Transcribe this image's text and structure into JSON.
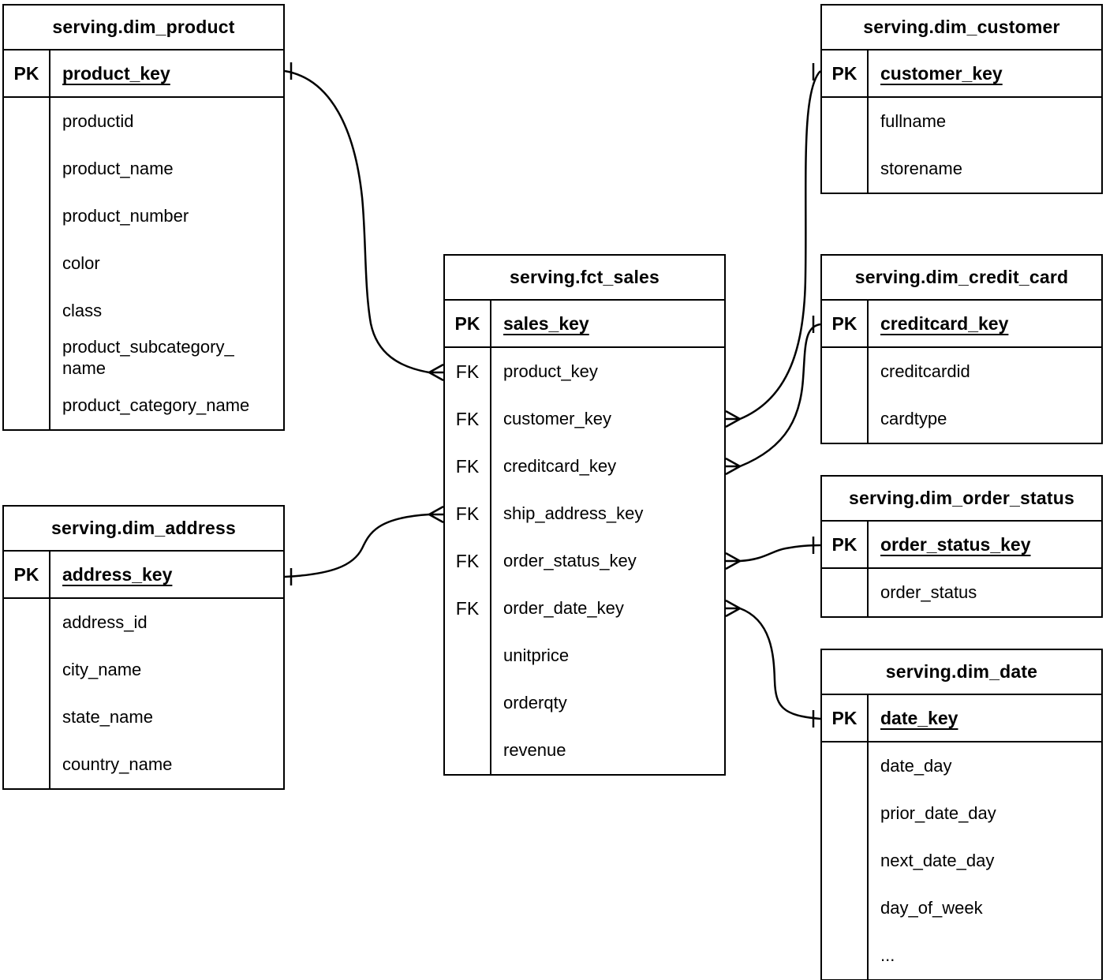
{
  "diagram": {
    "colors": {
      "line": "#000000",
      "background": "#ffffff",
      "text": "#000000"
    },
    "tables": {
      "dim_product": {
        "title": "serving.dim_product",
        "pk": {
          "label": "PK",
          "field": "product_key"
        },
        "columns": [
          {
            "key": "",
            "name": "productid"
          },
          {
            "key": "",
            "name": "product_name"
          },
          {
            "key": "",
            "name": "product_number"
          },
          {
            "key": "",
            "name": "color"
          },
          {
            "key": "",
            "name": "class"
          },
          {
            "key": "",
            "name": "product_subcategory_\nname"
          },
          {
            "key": "",
            "name": "product_category_name"
          }
        ]
      },
      "dim_customer": {
        "title": "serving.dim_customer",
        "pk": {
          "label": "PK",
          "field": "customer_key"
        },
        "columns": [
          {
            "key": "",
            "name": "fullname"
          },
          {
            "key": "",
            "name": "storename"
          }
        ]
      },
      "fct_sales": {
        "title": "serving.fct_sales",
        "pk": {
          "label": "PK",
          "field": "sales_key"
        },
        "columns": [
          {
            "key": "FK",
            "name": "product_key"
          },
          {
            "key": "FK",
            "name": "customer_key"
          },
          {
            "key": "FK",
            "name": "creditcard_key"
          },
          {
            "key": "FK",
            "name": "ship_address_key"
          },
          {
            "key": "FK",
            "name": "order_status_key"
          },
          {
            "key": "FK",
            "name": "order_date_key"
          },
          {
            "key": "",
            "name": "unitprice"
          },
          {
            "key": "",
            "name": "orderqty"
          },
          {
            "key": "",
            "name": "revenue"
          }
        ]
      },
      "dim_credit_card": {
        "title": "serving.dim_credit_card",
        "pk": {
          "label": "PK",
          "field": "creditcard_key"
        },
        "columns": [
          {
            "key": "",
            "name": "creditcardid"
          },
          {
            "key": "",
            "name": "cardtype"
          }
        ]
      },
      "dim_order_status": {
        "title": "serving.dim_order_status",
        "pk": {
          "label": "PK",
          "field": "order_status_key"
        },
        "columns": [
          {
            "key": "",
            "name": "order_status"
          }
        ]
      },
      "dim_date": {
        "title": "serving.dim_date",
        "pk": {
          "label": "PK",
          "field": "date_key"
        },
        "columns": [
          {
            "key": "",
            "name": "date_day"
          },
          {
            "key": "",
            "name": "prior_date_day"
          },
          {
            "key": "",
            "name": "next_date_day"
          },
          {
            "key": "",
            "name": "day_of_week"
          },
          {
            "key": "",
            "name": "..."
          }
        ]
      },
      "dim_address": {
        "title": "serving.dim_address",
        "pk": {
          "label": "PK",
          "field": "address_key"
        },
        "columns": [
          {
            "key": "",
            "name": "address_id"
          },
          {
            "key": "",
            "name": "city_name"
          },
          {
            "key": "",
            "name": "state_name"
          },
          {
            "key": "",
            "name": "country_name"
          }
        ]
      }
    },
    "relationships": [
      {
        "one": "serving.dim_product.product_key",
        "many": "serving.fct_sales.product_key"
      },
      {
        "one": "serving.dim_customer.customer_key",
        "many": "serving.fct_sales.customer_key"
      },
      {
        "one": "serving.dim_credit_card.creditcard_key",
        "many": "serving.fct_sales.creditcard_key"
      },
      {
        "one": "serving.dim_address.address_key",
        "many": "serving.fct_sales.ship_address_key"
      },
      {
        "one": "serving.dim_order_status.order_status_key",
        "many": "serving.fct_sales.order_status_key"
      },
      {
        "one": "serving.dim_date.date_key",
        "many": "serving.fct_sales.order_date_key"
      }
    ]
  }
}
